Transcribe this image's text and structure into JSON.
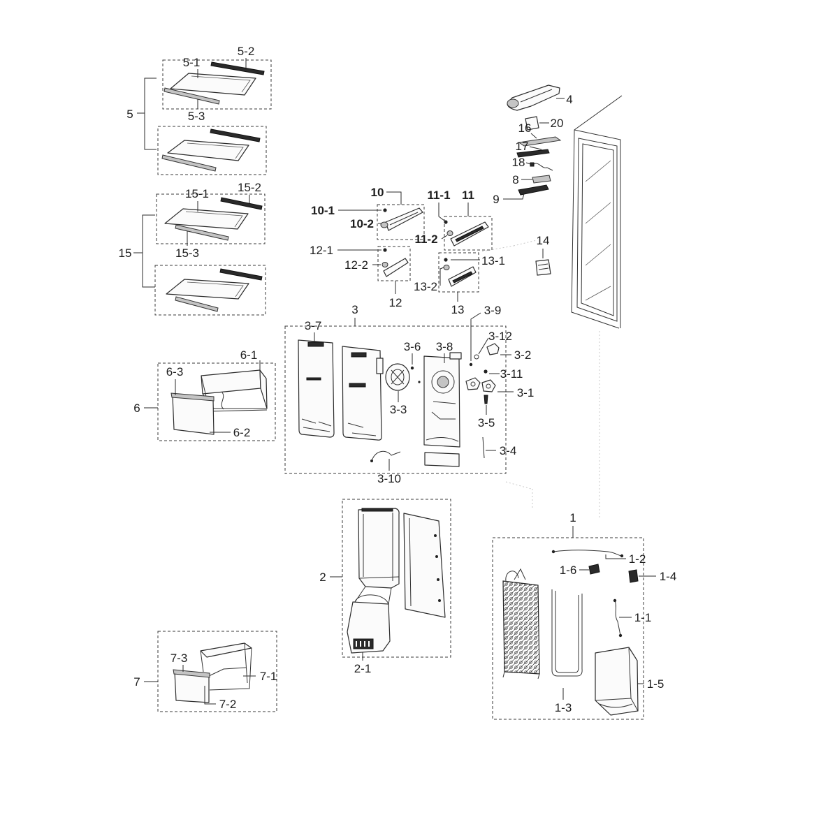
{
  "callouts": {
    "g1": {
      "label": "1",
      "parts": [
        "1-1",
        "1-2",
        "1-3",
        "1-4",
        "1-5",
        "1-6"
      ]
    },
    "g2": {
      "label": "2",
      "parts": [
        "2-1"
      ]
    },
    "g3": {
      "label": "3",
      "parts": [
        "3-1",
        "3-2",
        "3-3",
        "3-4",
        "3-5",
        "3-6",
        "3-7",
        "3-8",
        "3-9",
        "3-10",
        "3-11",
        "3-12"
      ]
    },
    "g4": {
      "label": "4"
    },
    "g5": {
      "label": "5",
      "parts": [
        "5-1",
        "5-2",
        "5-3"
      ]
    },
    "g6": {
      "label": "6",
      "parts": [
        "6-1",
        "6-2",
        "6-3"
      ]
    },
    "g7": {
      "label": "7",
      "parts": [
        "7-1",
        "7-2",
        "7-3"
      ]
    },
    "g8": {
      "label": "8"
    },
    "g9": {
      "label": "9"
    },
    "g10": {
      "label": "10",
      "parts": [
        "10-1",
        "10-2"
      ]
    },
    "g11": {
      "label": "11",
      "parts": [
        "11-1",
        "11-2"
      ]
    },
    "g12": {
      "label": "12",
      "parts": [
        "12-1",
        "12-2"
      ]
    },
    "g13": {
      "label": "13",
      "parts": [
        "13-1",
        "13-2"
      ]
    },
    "g14": {
      "label": "14"
    },
    "g15": {
      "label": "15",
      "parts": [
        "15-1",
        "15-2",
        "15-3"
      ]
    },
    "g16": {
      "label": "16"
    },
    "g17": {
      "label": "17"
    },
    "g18": {
      "label": "18"
    },
    "g20": {
      "label": "20"
    }
  }
}
